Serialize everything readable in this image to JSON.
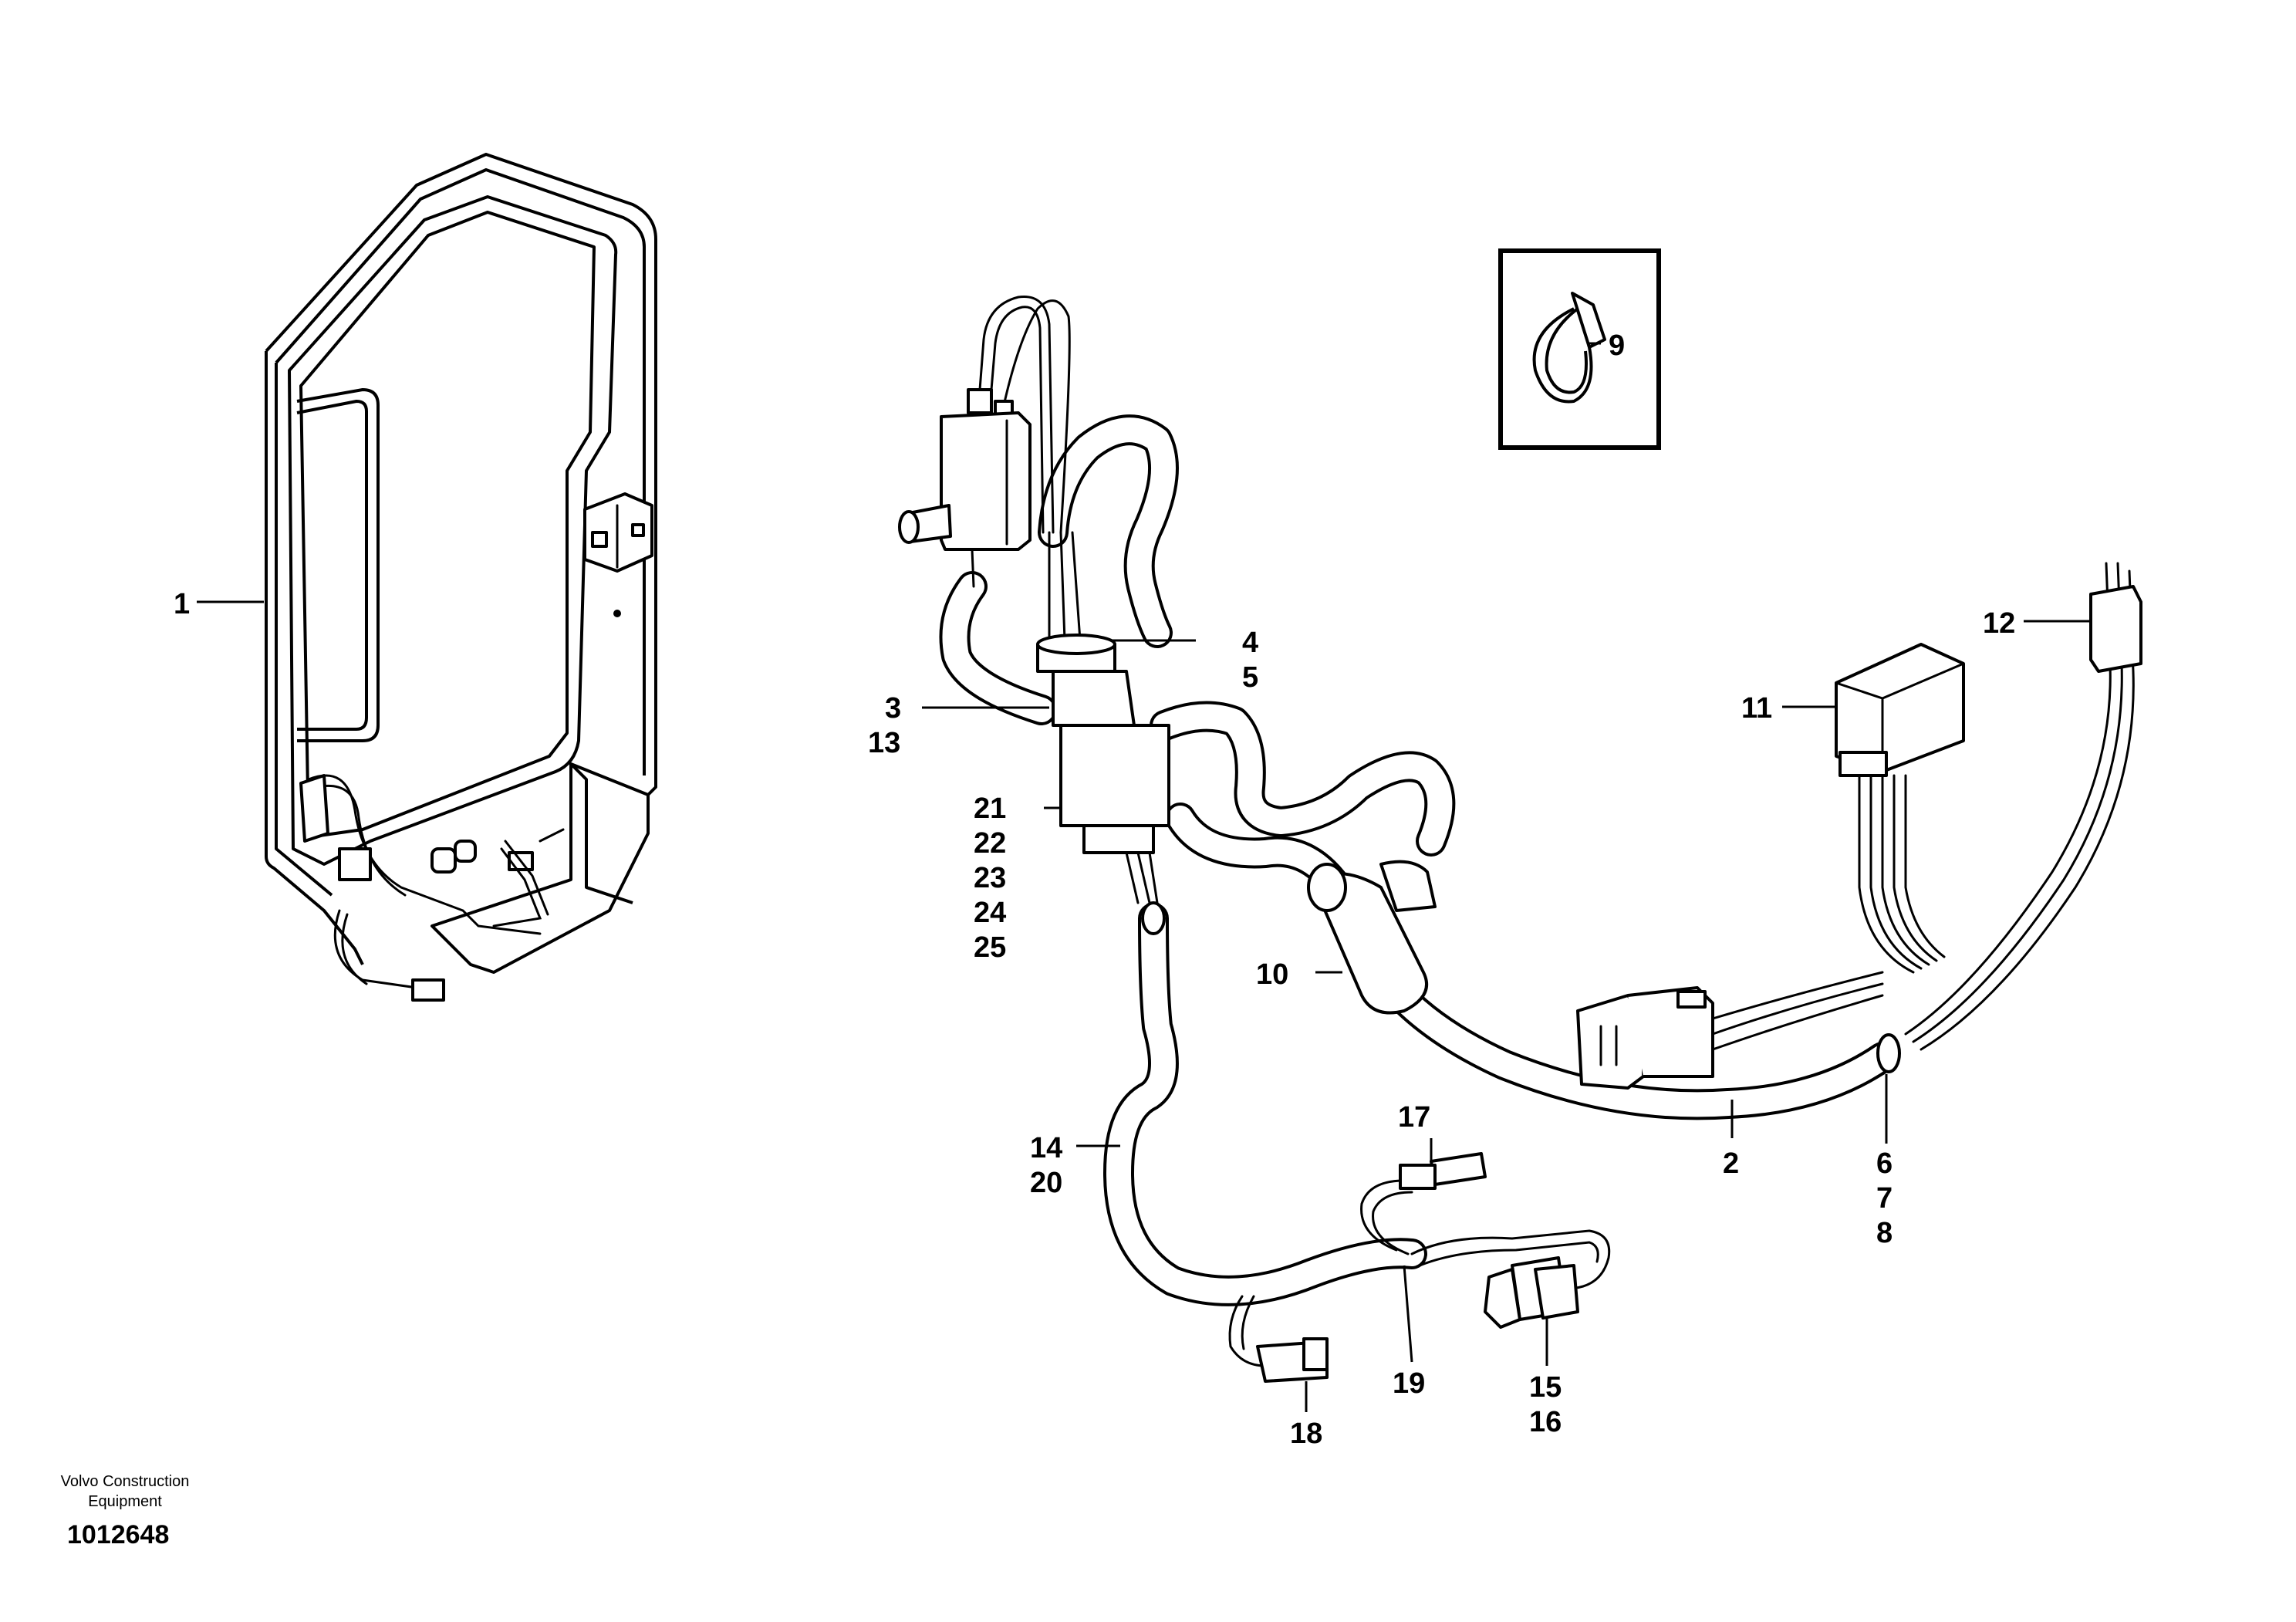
{
  "callouts": {
    "c1": "1",
    "c2": "2",
    "c3": "3",
    "c13": "13",
    "c4": "4",
    "c5": "5",
    "c6": "6",
    "c7": "7",
    "c8": "8",
    "c9": "9",
    "c10": "10",
    "c11": "11",
    "c12": "12",
    "c14": "14",
    "c20": "20",
    "c15": "15",
    "c16": "16",
    "c17": "17",
    "c18": "18",
    "c19": "19",
    "c21": "21",
    "c22": "22",
    "c23": "23",
    "c24": "24",
    "c25": "25"
  },
  "footer": {
    "company_line1": "Volvo Construction",
    "company_line2": "Equipment",
    "drawing_number": "1012648"
  }
}
